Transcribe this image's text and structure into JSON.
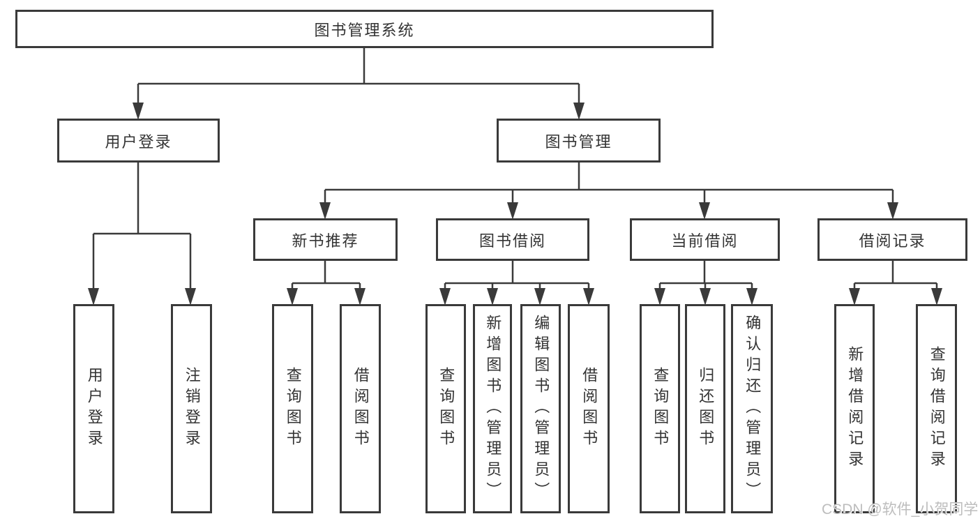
{
  "diagram": {
    "root": {
      "label": "图书管理系统"
    },
    "branches": [
      {
        "label": "用户登录",
        "children": [
          {
            "label": "用户登录"
          },
          {
            "label": "注销登录"
          }
        ]
      },
      {
        "label": "图书管理",
        "groups": [
          {
            "label": "新书推荐",
            "children": [
              {
                "label": "查询图书"
              },
              {
                "label": "借阅图书"
              }
            ]
          },
          {
            "label": "图书借阅",
            "children": [
              {
                "label": "查询图书"
              },
              {
                "label": "新增图书（管理员）"
              },
              {
                "label": "编辑图书（管理员）"
              },
              {
                "label": "借阅图书"
              }
            ]
          },
          {
            "label": "当前借阅",
            "children": [
              {
                "label": "查询图书"
              },
              {
                "label": "归还图书"
              },
              {
                "label": "确认归还（管理员）"
              }
            ]
          },
          {
            "label": "借阅记录",
            "children": [
              {
                "label": "新增借阅记录"
              },
              {
                "label": "查询借阅记录"
              }
            ]
          }
        ]
      }
    ],
    "watermark": "CSDN @软件_小贺同学",
    "colors": {
      "line": "#3a3a3a",
      "box_border": "#3a3a3a",
      "text": "#333333",
      "watermark": "#bdbdbd",
      "background": "#ffffff"
    }
  }
}
